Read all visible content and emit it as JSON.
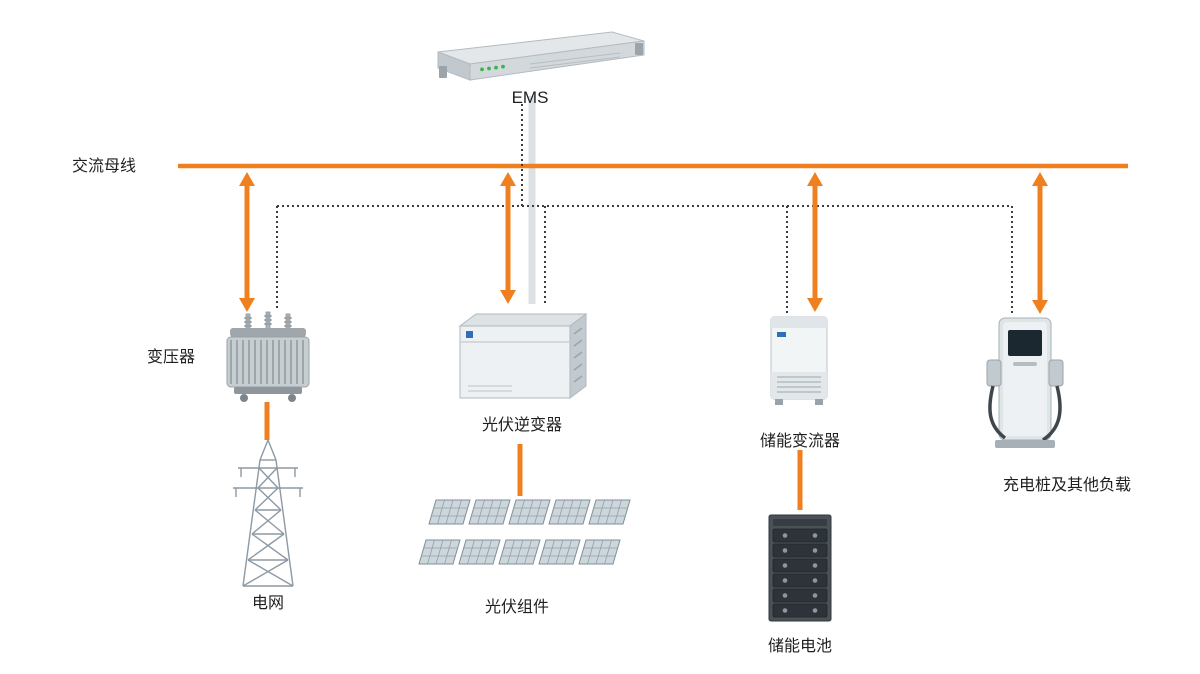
{
  "diagram": {
    "ems_label": "EMS",
    "bus_label": "交流母线",
    "colors": {
      "bus_orange": "#F0801F",
      "comm_dotted": "#3C3C3C",
      "device_gray": "#C7CED2"
    },
    "nodes": [
      {
        "id": "transformer",
        "label": "变压器"
      },
      {
        "id": "grid",
        "label": "电网"
      },
      {
        "id": "pv_inverter",
        "label": "光伏逆变器"
      },
      {
        "id": "pv_modules",
        "label": "光伏组件"
      },
      {
        "id": "storage_converter",
        "label": "储能变流器"
      },
      {
        "id": "storage_battery",
        "label": "储能电池"
      },
      {
        "id": "charger_load",
        "label": "充电桩及其他负载"
      }
    ]
  }
}
